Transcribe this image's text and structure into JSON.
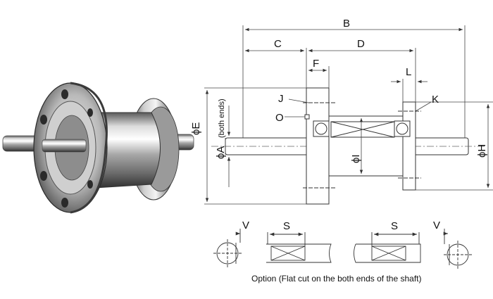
{
  "labels": {
    "B": "B",
    "C": "C",
    "D": "D",
    "F": "F",
    "L": "L",
    "J": "J",
    "K": "K",
    "O": "O",
    "E": "ϕE",
    "A": "ϕA",
    "A_note": "(both ends)",
    "I": "ϕI",
    "H": "ϕH",
    "V_left": "V",
    "S_left": "S",
    "S_right": "S",
    "V_right": "V"
  },
  "caption": "Option (Flat cut on the both ends of the shaft)",
  "colors": {
    "line": "#333333",
    "dim": "#555555",
    "metal_dark": "#3a3a3a",
    "metal_light": "#e8e8e8"
  }
}
